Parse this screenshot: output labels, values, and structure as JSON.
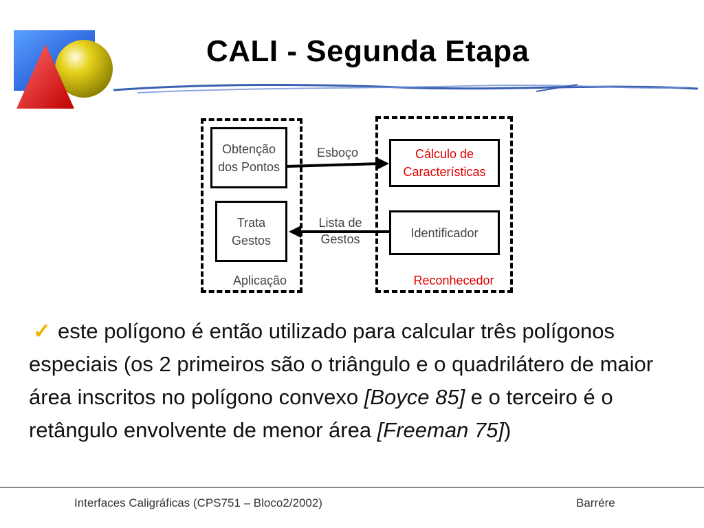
{
  "slide": {
    "title": "CALI - Segunda Etapa"
  },
  "diagram": {
    "box_obtencao": "Obtenção dos Pontos",
    "box_trata": "Trata Gestos",
    "box_calculo": "Cálculo de Características",
    "box_identificador": "Identificador",
    "arrow_top_label": "Esboço",
    "arrow_bottom_label": "Lista de Gestos",
    "region_left_label": "Aplicação",
    "region_right_label": "Reconhecedor",
    "accent_red": "#e00000"
  },
  "body": {
    "bullet_icon": "checkmark-icon",
    "part1": "este polígono é então utilizado para calcular três polígonos especiais (os 2 primeiros são o triângulo e o quadrilátero de maior área inscritos no polígono convexo ",
    "cite1": "[Boyce 85]",
    "part2": " e o terceiro é o retângulo envolvente de menor área ",
    "cite2": "[Freeman 75]",
    "part3": ")"
  },
  "footer": {
    "left": "Interfaces Caligráficas (CPS751 – Bloco2/2002)",
    "right": "Barrére"
  }
}
